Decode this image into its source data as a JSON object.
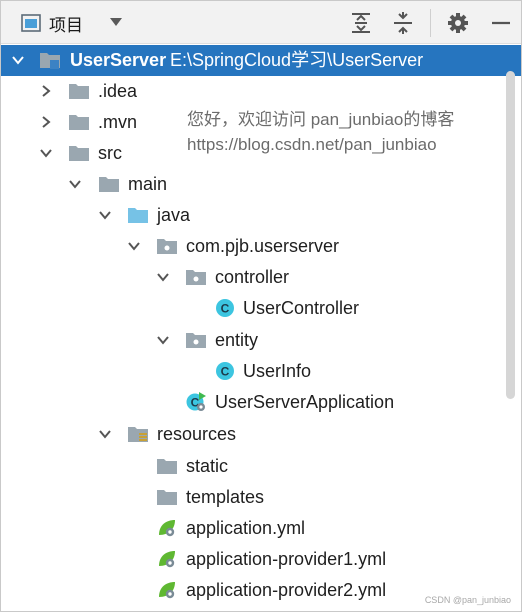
{
  "toolbar": {
    "view_label": "项目",
    "icons": [
      "project-view-icon",
      "dropdown-arrow-icon",
      "expand-all-icon",
      "collapse-all-icon",
      "settings-gear-icon",
      "hide-minus-icon"
    ]
  },
  "colors": {
    "selection": "#2675bf",
    "folder": "#9aa7b0",
    "java_folder": "#76c2e6",
    "class_icon": "#3cc5e0",
    "spring_leaf": "#5fb832"
  },
  "watermark": {
    "line1": "您好，欢迎访问 pan_junbiao的博客",
    "line2": "https://blog.csdn.net/pan_junbiao"
  },
  "tree": {
    "root": {
      "name": "UserServer",
      "path": "E:\\SpringCloud学习\\UserServer"
    },
    "idea": ".idea",
    "mvn": ".mvn",
    "src": "src",
    "main": "main",
    "java": "java",
    "package": "com.pjb.userserver",
    "controller": "controller",
    "user_controller": "UserController",
    "entity": "entity",
    "user_info": "UserInfo",
    "app": "UserServerApplication",
    "resources": "resources",
    "static": "static",
    "templates": "templates",
    "yml1": "application.yml",
    "yml2": "application-provider1.yml",
    "yml3": "application-provider2.yml"
  },
  "footer": {
    "credit": "CSDN @pan_junbiao"
  }
}
